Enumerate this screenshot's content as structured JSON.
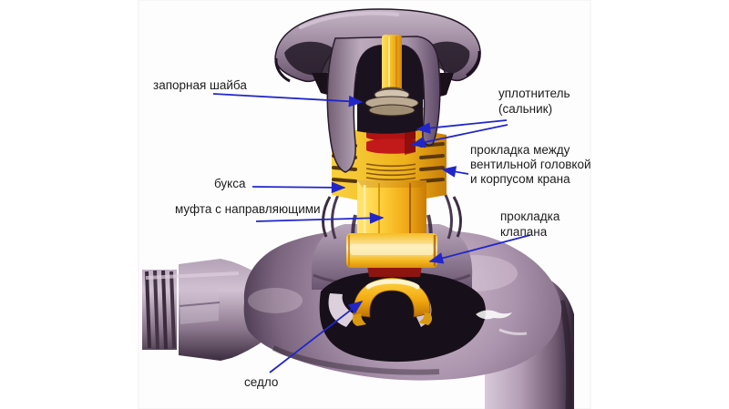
{
  "diagram": {
    "description": "Cutaway diagram of a compression (valve-type) water tap with labeled parts",
    "labels": [
      {
        "name": "zapornaya-shayba",
        "lines": [
          "запорная шайба"
        ]
      },
      {
        "name": "uplotnitel-salnik",
        "lines": [
          "уплотнитель",
          "(сальник)"
        ]
      },
      {
        "name": "prokladka-golovki",
        "lines": [
          "прокладка между",
          "вентильной головкой",
          "и корпусом крана"
        ]
      },
      {
        "name": "buksa",
        "lines": [
          "букса"
        ]
      },
      {
        "name": "mufta",
        "lines": [
          "муфта с направляющими"
        ]
      },
      {
        "name": "prokladka-klapana",
        "lines": [
          "прокладка",
          "клапана"
        ]
      },
      {
        "name": "sedlo",
        "lines": [
          "седло"
        ]
      }
    ],
    "colors": {
      "background": "#ffffff",
      "label_text": "#1c1c1c",
      "leader_line": "#2126c9",
      "brass_bright": "#ffd84a",
      "brass_mid": "#f2b818",
      "brass_dark": "#c97c06",
      "seal_red": "#c2191a",
      "gasket_dark_red": "#8e1410",
      "metal_light": "#cbb9cc",
      "metal_mid": "#a28ea4",
      "metal_dark": "#513f54",
      "cavity_black": "#170f19"
    }
  }
}
